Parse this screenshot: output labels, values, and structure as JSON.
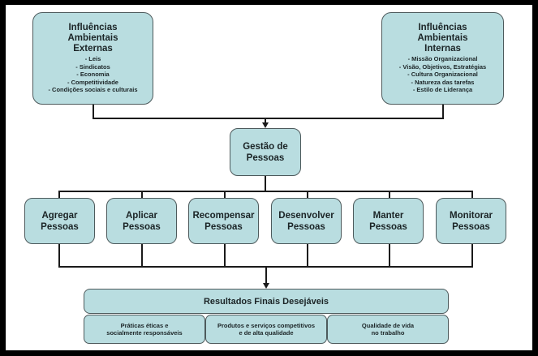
{
  "external": {
    "title_lines": [
      "Influências",
      "Ambientais",
      "Externas"
    ],
    "items": [
      "- Leis",
      "- Sindicatos",
      "- Economia",
      "- Competitividade",
      "- Condições sociais e culturais"
    ]
  },
  "internal": {
    "title_lines": [
      "Influências",
      "Ambientais",
      "Internas"
    ],
    "items": [
      "- Missão Organizacional",
      "- Visão, Objetivos, Estratégias",
      "- Cultura Organizacional",
      "- Natureza das tarefas",
      "- Estilo de Liderança"
    ]
  },
  "center": {
    "lines": [
      "Gestão de",
      "Pessoas"
    ]
  },
  "processes": [
    {
      "line1": "Agregar",
      "line2": "Pessoas"
    },
    {
      "line1": "Aplicar",
      "line2": "Pessoas"
    },
    {
      "line1": "Recompensar",
      "line2": "Pessoas"
    },
    {
      "line1": "Desenvolver",
      "line2": "Pessoas"
    },
    {
      "line1": "Manter",
      "line2": "Pessoas"
    },
    {
      "line1": "Monitorar",
      "line2": "Pessoas"
    }
  ],
  "results": {
    "title": "Resultados Finais Desejáveis",
    "cells": [
      {
        "line1": "Práticas éticas e",
        "line2": "socialmente responsáveis"
      },
      {
        "line1": "Produtos e serviços competitivos",
        "line2": "e de alta qualidade"
      },
      {
        "line1": "Qualidade de vida",
        "line2": "no trabalho"
      }
    ]
  }
}
